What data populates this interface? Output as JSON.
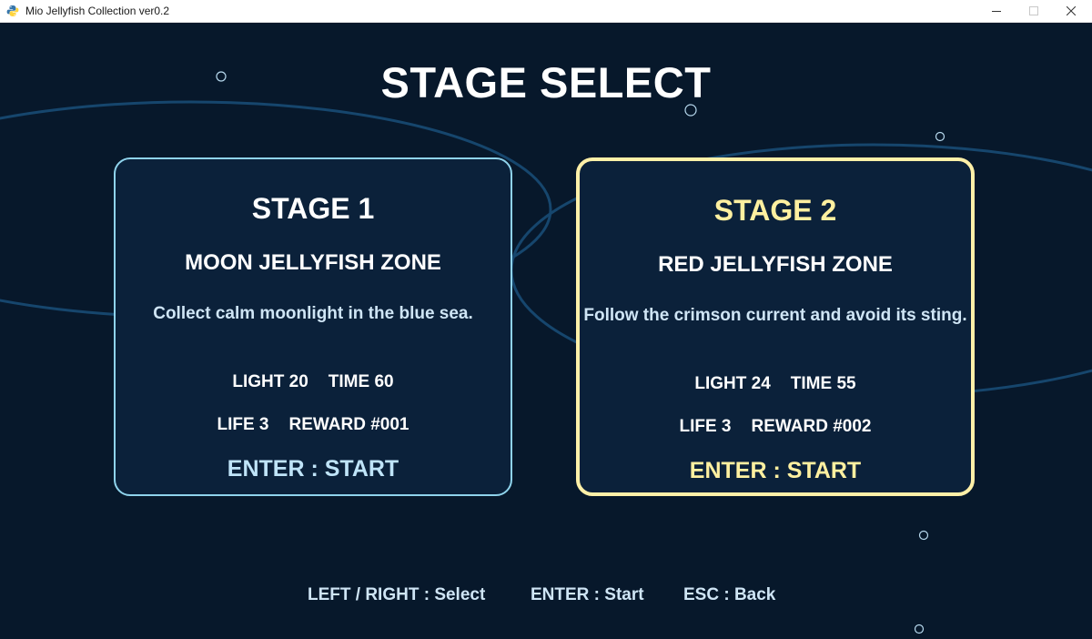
{
  "window": {
    "title": "Mio Jellyfish Collection ver0.2"
  },
  "screen": {
    "title": "STAGE SELECT"
  },
  "stages": [
    {
      "stage_label": "STAGE 1",
      "zone": "MOON JELLYFISH ZONE",
      "description": "Collect calm moonlight in the blue sea.",
      "light": "LIGHT 20",
      "time": "TIME 60",
      "life": "LIFE 3",
      "reward": "REWARD #001",
      "enter": "ENTER : START",
      "selected": false
    },
    {
      "stage_label": "STAGE 2",
      "zone": "RED JELLYFISH ZONE",
      "description": "Follow the crimson current and avoid its sting.",
      "light": "LIGHT 24",
      "time": "TIME 55",
      "life": "LIFE 3",
      "reward": "REWARD #002",
      "enter": "ENTER : START",
      "selected": true
    }
  ],
  "controls": {
    "select": "LEFT / RIGHT : Select",
    "start": "ENTER : Start",
    "back": "ESC : Back"
  },
  "icons": {
    "app": "python-icon",
    "minimize": "minimize-icon",
    "maximize": "maximize-icon",
    "close": "close-icon"
  },
  "colors": {
    "background": "#07182b",
    "card_fill": "#0b213a",
    "card1_border": "#8fd3ec",
    "card2_border_selected": "#fff0a8",
    "selected_text": "#fff0a0",
    "enter_text": "#bfe4f8",
    "body_text": "#cfe5f5"
  }
}
